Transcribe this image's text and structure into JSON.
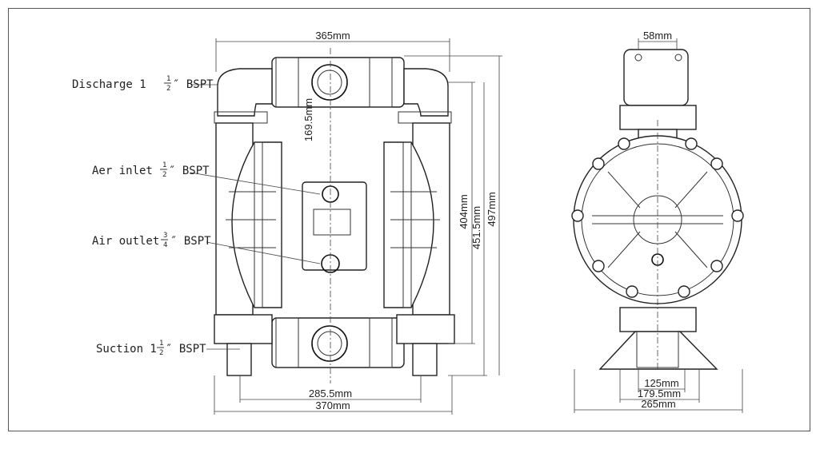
{
  "front_view": {
    "dims": {
      "top_width": "365mm",
      "bottom_width": "370mm",
      "inner_width": "285.5mm",
      "center_height": "169.5mm",
      "h1": "404mm",
      "h2": "451.5mm",
      "h3": "497mm"
    },
    "labels": {
      "discharge": {
        "prefix": "Discharge 1",
        "num": "1",
        "den": "2",
        "suffix": "″ BSPT"
      },
      "air_inlet": {
        "prefix": "Aer inlet",
        "num": "1",
        "den": "2",
        "suffix": "″ BSPT"
      },
      "air_outlet": {
        "prefix": "Air outlet",
        "num": "3",
        "den": "4",
        "suffix": "″ BSPT"
      },
      "suction": {
        "prefix": "Suction 1",
        "num": "1",
        "den": "2",
        "suffix": "″ BSPT"
      }
    }
  },
  "side_view": {
    "dims": {
      "top": "58mm",
      "base1": "125mm",
      "base2": "179.5mm",
      "base3": "265mm"
    }
  }
}
